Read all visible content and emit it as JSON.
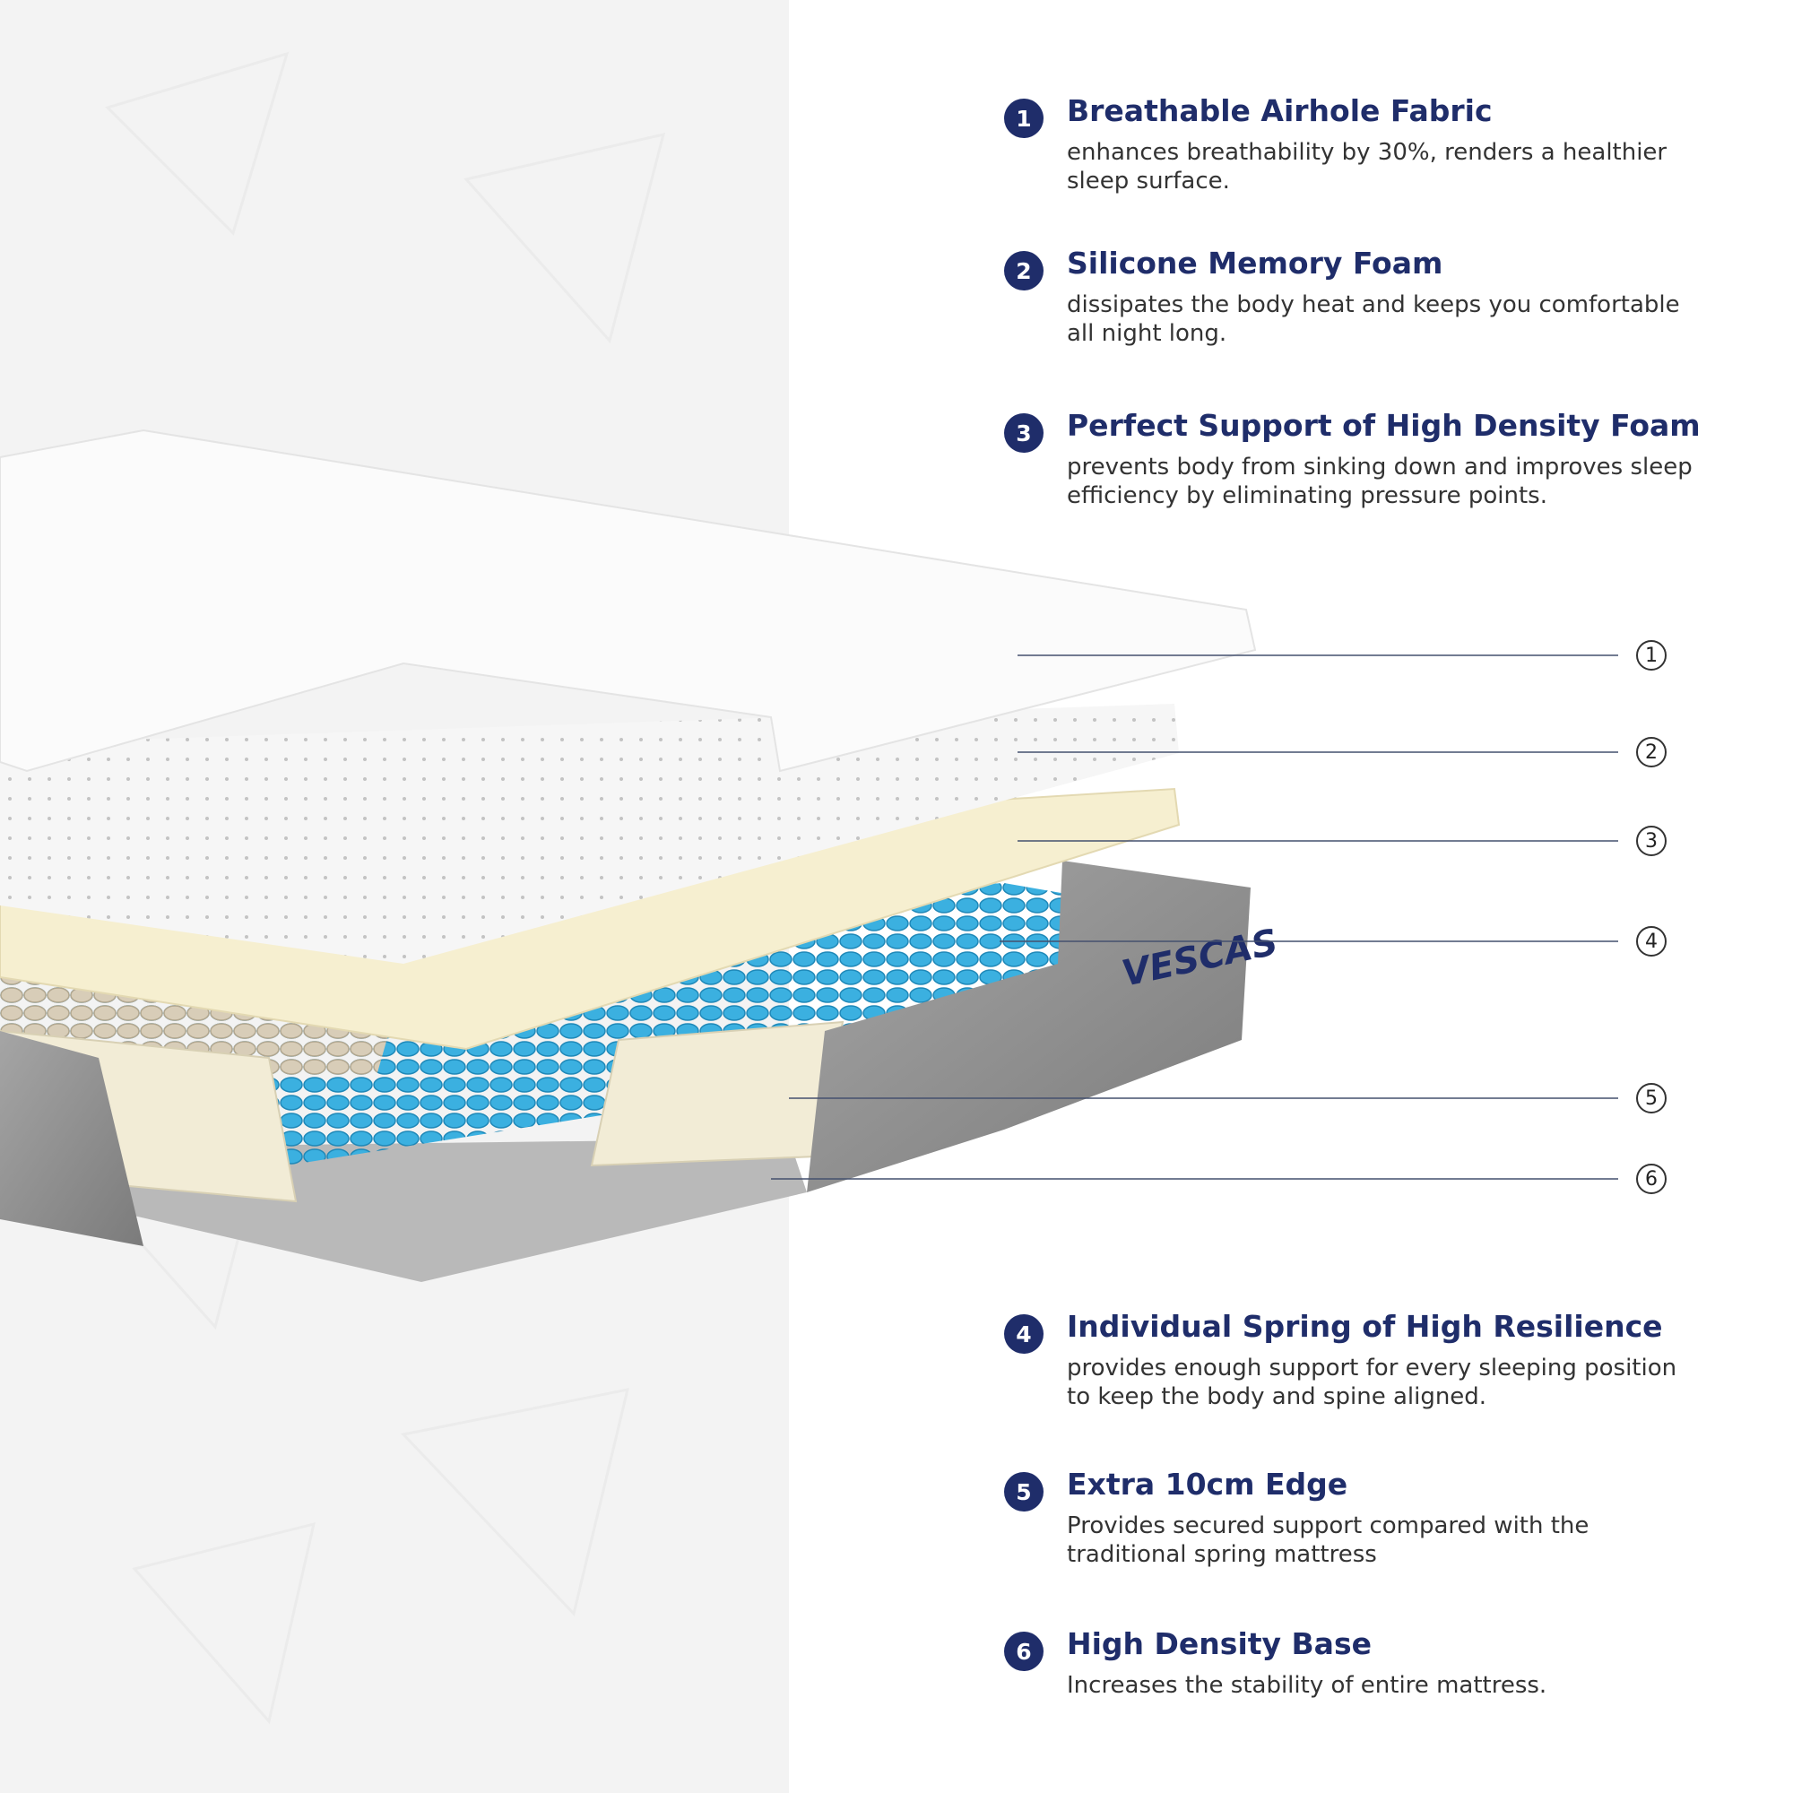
{
  "brand": {
    "name": "VESCAS"
  },
  "features": [
    {
      "num": "1",
      "title": "Breathable Airhole Fabric",
      "desc": "enhances breathability by 30%, renders a healthier sleep surface."
    },
    {
      "num": "2",
      "title": "Silicone Memory Foam",
      "desc": "dissipates the body heat and keeps you comfortable all night long."
    },
    {
      "num": "3",
      "title": "Perfect Support of High Density Foam",
      "desc": "prevents body from sinking down and improves sleep efficiency by eliminating pressure points."
    },
    {
      "num": "4",
      "title": "Individual Spring of High Resilience",
      "desc": "provides enough support for every sleeping position to keep the body and spine aligned."
    },
    {
      "num": "5",
      "title": "Extra 10cm Edge",
      "desc": "Provides secured support compared with the traditional spring mattress"
    },
    {
      "num": "6",
      "title": "High Density Base",
      "desc": "Increases the stability of entire mattress."
    }
  ],
  "callouts": [
    "1",
    "2",
    "3",
    "4",
    "5",
    "6"
  ],
  "colors": {
    "accent": "#1f2d6a",
    "spring_blue": "#3bb0e0",
    "fabric_grey": "#8e8e8e"
  }
}
